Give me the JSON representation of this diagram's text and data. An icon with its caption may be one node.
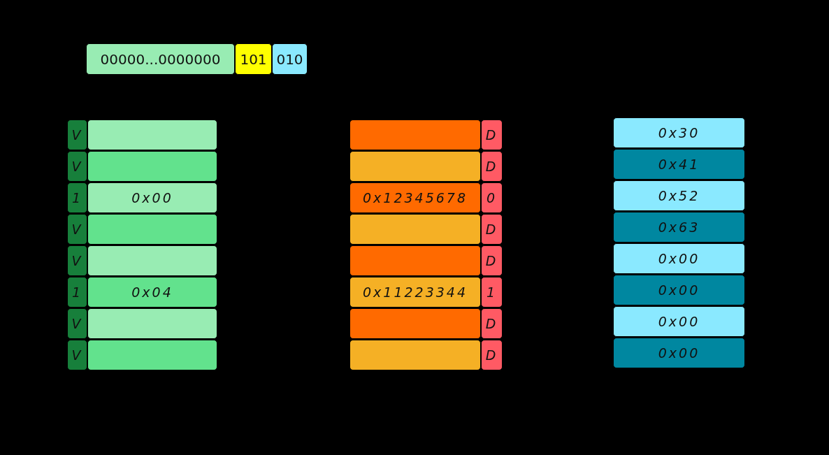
{
  "diagram": {
    "nodes": [
      {
        "text": [
          "00000...0000000"
        ]
      },
      {
        "text": [
          "101"
        ]
      },
      {
        "text": [
          "010"
        ]
      },
      {
        "text": [
          "V"
        ]
      },
      {
        "text": [],
        "shape": "box"
      },
      {
        "text": [],
        "shape": "box"
      },
      {
        "text": [
          "D"
        ]
      },
      {
        "text": [
          "0x30"
        ]
      },
      {
        "text": [
          "V"
        ]
      },
      {
        "text": [],
        "shape": "box"
      },
      {
        "text": [],
        "shape": "box"
      },
      {
        "text": [
          "D"
        ]
      },
      {
        "text": [
          "0x41"
        ]
      },
      {
        "text": [
          "1"
        ]
      },
      {
        "text": [
          "0x00"
        ]
      },
      {
        "text": [
          "0x12345678"
        ]
      },
      {
        "text": [
          "0"
        ]
      },
      {
        "text": [
          "0x52"
        ]
      },
      {
        "text": [
          "V"
        ]
      },
      {
        "text": [],
        "shape": "box"
      },
      {
        "text": [],
        "shape": "box"
      },
      {
        "text": [
          "D"
        ]
      },
      {
        "text": [
          "0x63"
        ]
      },
      {
        "text": [
          "V"
        ]
      },
      {
        "text": [],
        "shape": "box"
      },
      {
        "text": [],
        "shape": "box"
      },
      {
        "text": [
          "D"
        ]
      },
      {
        "text": [
          "0x00"
        ]
      },
      {
        "text": [
          "1"
        ]
      },
      {
        "text": [
          "0x04"
        ]
      },
      {
        "text": [
          "0x11223344"
        ]
      },
      {
        "text": [
          "1"
        ]
      },
      {
        "text": [
          "0x00"
        ]
      },
      {
        "text": [
          "V"
        ]
      },
      {
        "text": [],
        "shape": "box"
      },
      {
        "text": [],
        "shape": "box"
      },
      {
        "text": [
          "D"
        ]
      },
      {
        "text": [
          "0x00"
        ]
      },
      {
        "text": [
          "V"
        ]
      },
      {
        "text": [],
        "shape": "box"
      },
      {
        "text": [],
        "shape": "box"
      },
      {
        "text": [
          "D"
        ]
      },
      {
        "text": [
          "0x00"
        ]
      }
    ]
  }
}
